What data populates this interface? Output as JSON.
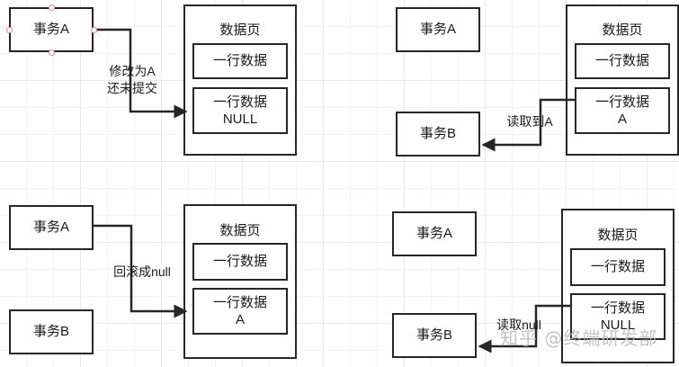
{
  "diagram": {
    "title": "MySQL 脏读 事务隔离示意图",
    "background": "#ffffff",
    "grid_color": "#e9e9ec",
    "line_color": "#262626",
    "handle_color": "#d98a96",
    "watermark": "知乎 @终端研发部"
  },
  "panels": [
    {
      "id": "top-left",
      "transaction_a": "事务A",
      "data_page_title": "数据页",
      "rows": [
        {
          "label": "一行数据"
        },
        {
          "label": "一行数据\nNULL"
        }
      ],
      "edge_label": "修改为A\n还未提交",
      "selected": true
    },
    {
      "id": "top-right",
      "transaction_a": "事务A",
      "transaction_b": "事务B",
      "data_page_title": "数据页",
      "rows": [
        {
          "label": "一行数据"
        },
        {
          "label": "一行数据\nA"
        }
      ],
      "edge_label": "读取到A",
      "selected": false
    },
    {
      "id": "bottom-left",
      "transaction_a": "事务A",
      "transaction_b": "事务B",
      "data_page_title": "数据页",
      "rows": [
        {
          "label": "一行数据"
        },
        {
          "label": "一行数据\nA"
        }
      ],
      "edge_label": "回滚成null",
      "selected": false
    },
    {
      "id": "bottom-right",
      "transaction_a": "事务A",
      "transaction_b": "事务B",
      "data_page_title": "数据页",
      "rows": [
        {
          "label": "一行数据"
        },
        {
          "label": "一行数据\nNULL"
        }
      ],
      "edge_label": "读取null",
      "selected": false
    }
  ]
}
